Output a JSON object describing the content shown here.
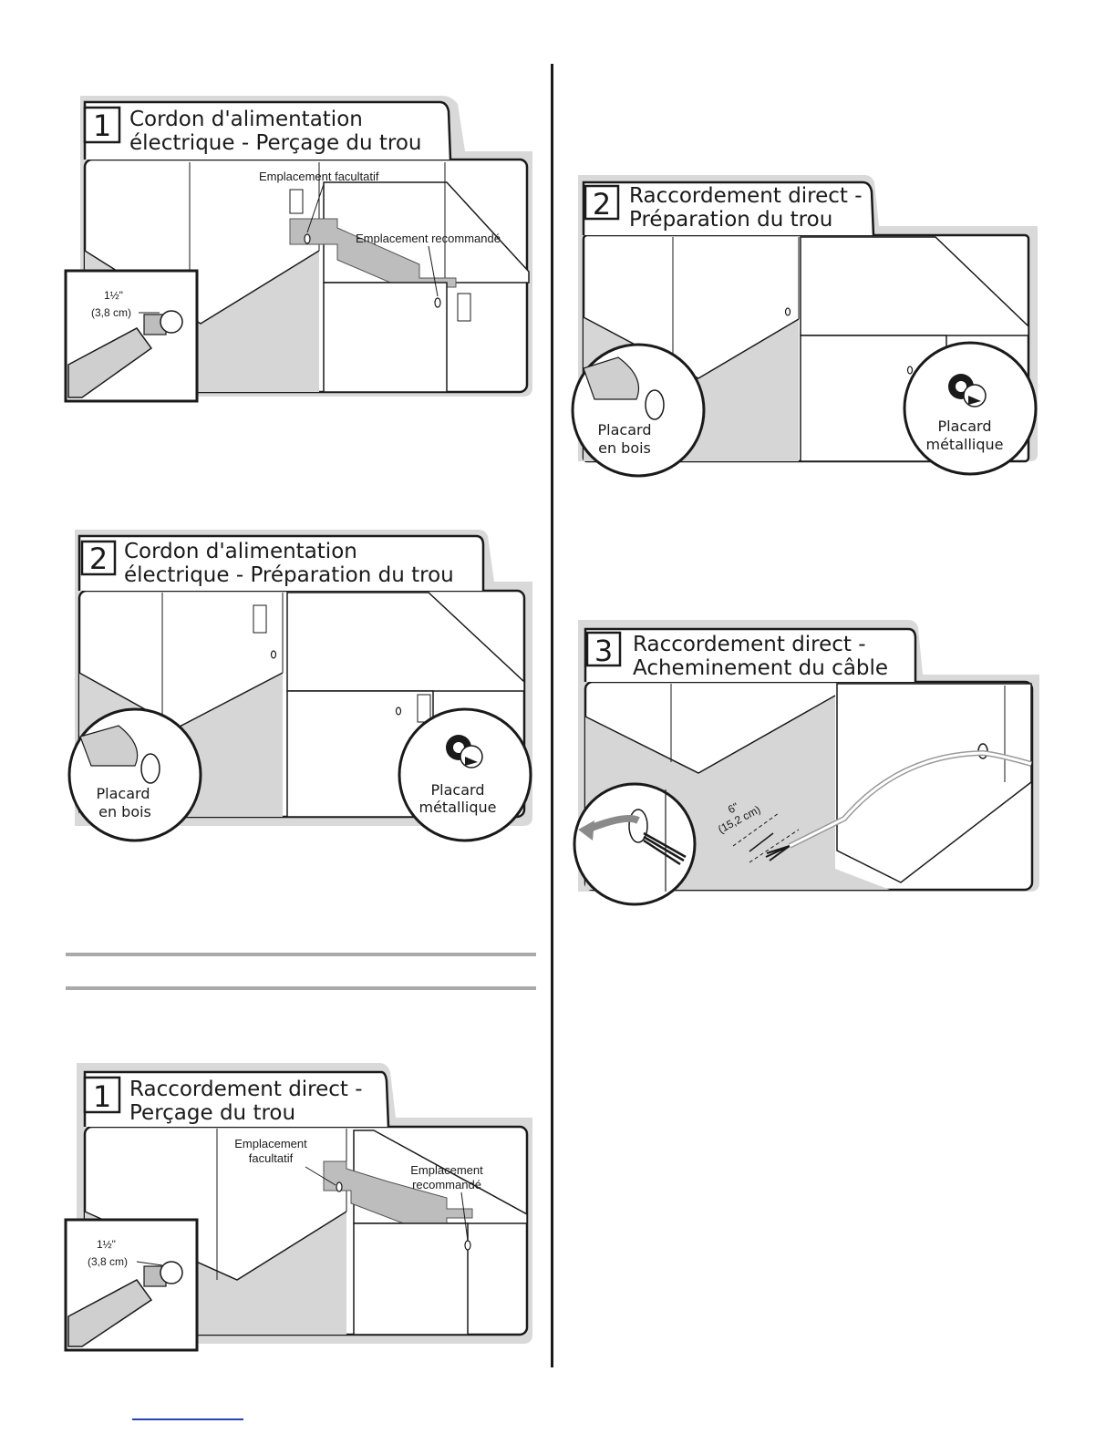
{
  "panels": {
    "p1": {
      "step": "1",
      "title_line1": "Cordon d'alimentation",
      "title_line2": "électrique - Perçage du trou",
      "label_optional": "Emplacement facultatif",
      "label_recommended": "Emplacement recommandé",
      "drill_size": "1½\"",
      "drill_size_metric": "(3,8 cm)"
    },
    "p2": {
      "step": "2",
      "title_line1": "Cordon d'alimentation",
      "title_line2": "électrique - Préparation du trou",
      "wood_line1": "Placard",
      "wood_line2": "en bois",
      "metal_line1": "Placard",
      "metal_line2": "métallique"
    },
    "p3": {
      "step": "1",
      "title_line1": "Raccordement direct -",
      "title_line2": "Perçage du trou",
      "label_optional_1": "Emplacement",
      "label_optional_2": "facultatif",
      "label_recommended_1": "Emplacement",
      "label_recommended_2": "recommandé",
      "drill_size": "1½\"",
      "drill_size_metric": "(3,8 cm)"
    },
    "p4": {
      "step": "2",
      "title_line1": "Raccordement direct -",
      "title_line2": "Préparation du trou",
      "wood_line1": "Placard",
      "wood_line2": "en bois",
      "metal_line1": "Placard",
      "metal_line2": "métallique"
    },
    "p5": {
      "step": "3",
      "title_line1": "Raccordement direct -",
      "title_line2": "Acheminement du câble",
      "dimension": "6\"",
      "dimension_metric": "(15,2 cm)"
    }
  }
}
